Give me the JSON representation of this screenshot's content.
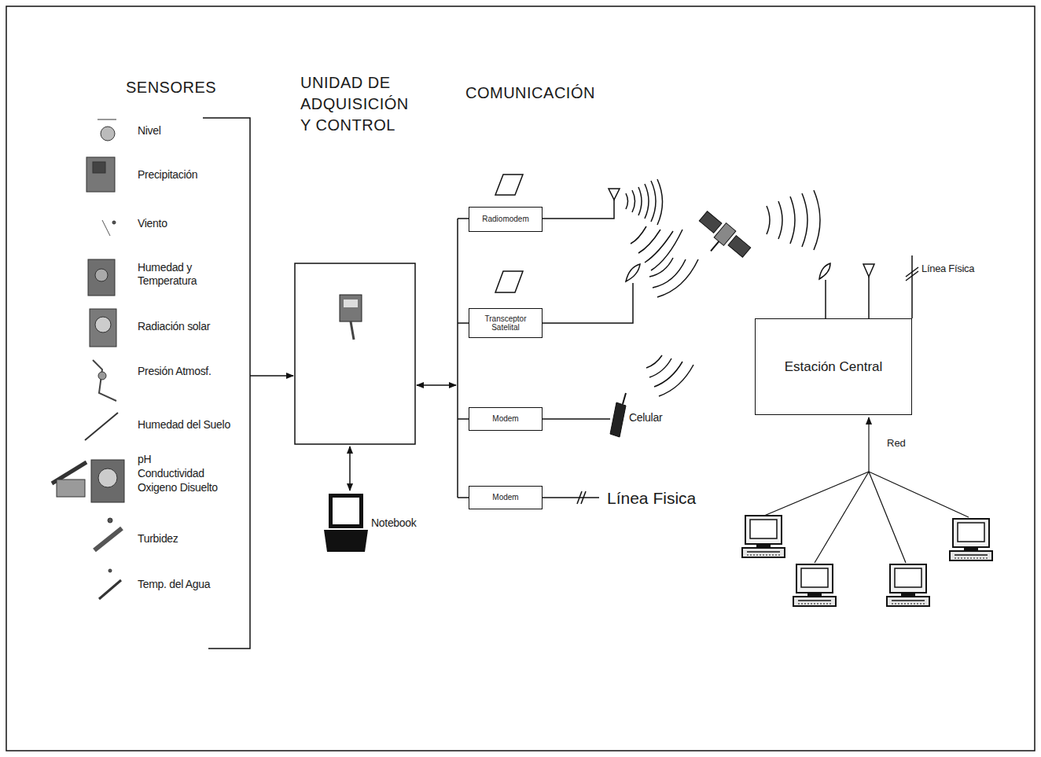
{
  "diagram": {
    "nodes": [
      {
        "text": [
          "Radiomodem"
        ]
      },
      {
        "text": [
          "Transceptor Satelital"
        ]
      },
      {
        "text": [
          "Modem"
        ]
      },
      {
        "text": [
          "Modem"
        ]
      },
      {
        "text": [
          "Estación Central"
        ]
      }
    ],
    "labels": [
      "SENSORES",
      "UNIDAD DE ADQUISICIÓN Y CONTROL",
      "COMUNICACIÓN",
      "Nivel",
      "Precipitación",
      "Viento",
      "Humedad y Temperatura",
      "Radiación solar",
      "Presión Atmosf.",
      "Humedad del Suelo",
      "pH",
      "Conductividad",
      "Oxigeno Disuelto",
      "Turbidez",
      "Temp. del Agua",
      "Notebook",
      "Celular",
      "Línea Fisica",
      "Línea Física",
      "Red"
    ]
  }
}
